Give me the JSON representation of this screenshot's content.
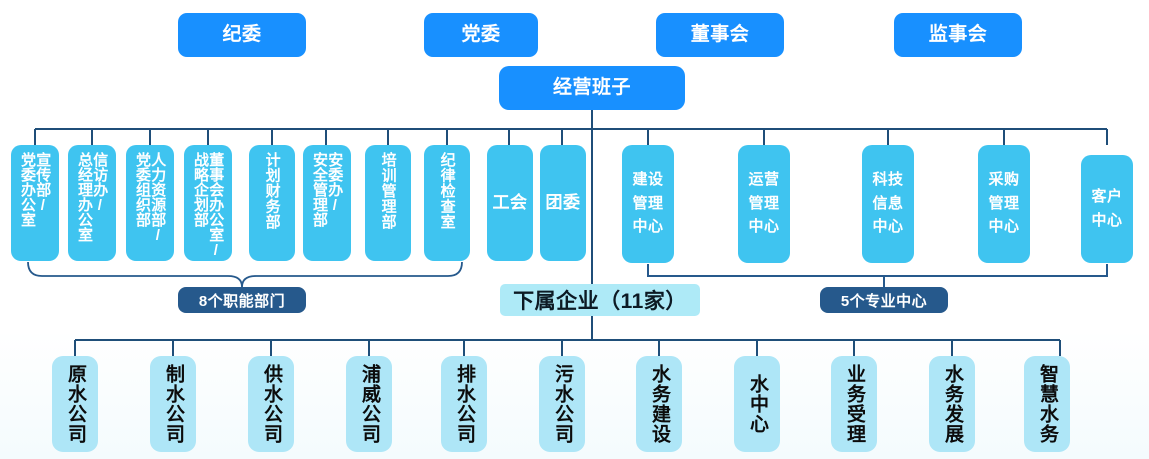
{
  "colors": {
    "governance_blue": "#1890ff",
    "department_blue": "#3fc4f0",
    "summary_dark": "#26598c",
    "summary_cyan": "#aeeaf7",
    "subsidiary_cyan": "#aee6f7",
    "connector_line": "#1f4e79"
  },
  "governance": {
    "items": [
      {
        "label": "纪委"
      },
      {
        "label": "党委"
      },
      {
        "label": "董事会"
      },
      {
        "label": "监事会"
      }
    ]
  },
  "executive": {
    "label": "经营班子"
  },
  "departments": {
    "items": [
      {
        "col_right": "宣传部/",
        "col_left": "党委办公室"
      },
      {
        "col_right": "信访办/",
        "col_left": "总经理办公室"
      },
      {
        "col_right": "人力资源部/",
        "col_left": "党委组织部"
      },
      {
        "col_right": "战略企划部",
        "col_left": "董事会办公室/"
      },
      {
        "col_right": "",
        "col_left": "计划财务部"
      },
      {
        "col_right": "安委办/",
        "col_left": "安全管理部"
      },
      {
        "col_right": "",
        "col_left": "培训管理部"
      },
      {
        "col_right": "",
        "col_left": "纪律检查室"
      }
    ]
  },
  "mass_orgs": {
    "items": [
      {
        "label": "工会"
      },
      {
        "label": "团委"
      }
    ]
  },
  "centers": {
    "items": [
      {
        "lines": [
          "建设",
          "管理",
          "中心"
        ]
      },
      {
        "lines": [
          "运营",
          "管理",
          "中心"
        ]
      },
      {
        "lines": [
          "科技",
          "信息",
          "中心"
        ]
      },
      {
        "lines": [
          "采购",
          "管理",
          "中心"
        ]
      },
      {
        "lines": [
          "客户",
          "中心"
        ]
      }
    ]
  },
  "summary": {
    "departments_label": "8个职能部门",
    "subsidiaries_label": "下属企业（11家）",
    "centers_label": "5个专业中心"
  },
  "subsidiaries": {
    "items": [
      {
        "label": "原水公司"
      },
      {
        "label": "制水公司"
      },
      {
        "label": "供水公司"
      },
      {
        "label": "浦威公司"
      },
      {
        "label": "排水公司"
      },
      {
        "label": "污水公司"
      },
      {
        "label": "水务建设"
      },
      {
        "label": "水中心"
      },
      {
        "label": "业务受理"
      },
      {
        "label": "水务发展"
      },
      {
        "label": "智慧水务"
      }
    ]
  }
}
